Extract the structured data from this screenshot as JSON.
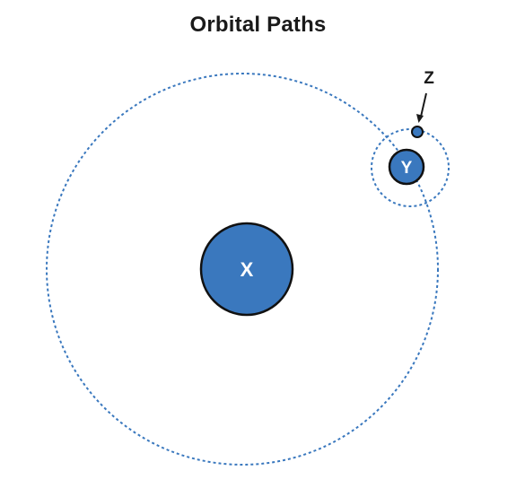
{
  "title": "Orbital Paths",
  "bodies": {
    "primary": {
      "label": "X"
    },
    "planet": {
      "label": "Y"
    },
    "moon": {
      "label": "Z"
    }
  },
  "colors": {
    "body_fill": "#3a78be",
    "body_stroke": "#111111",
    "orbit_stroke": "#3a78be",
    "text_dark": "#1a1a1a"
  }
}
